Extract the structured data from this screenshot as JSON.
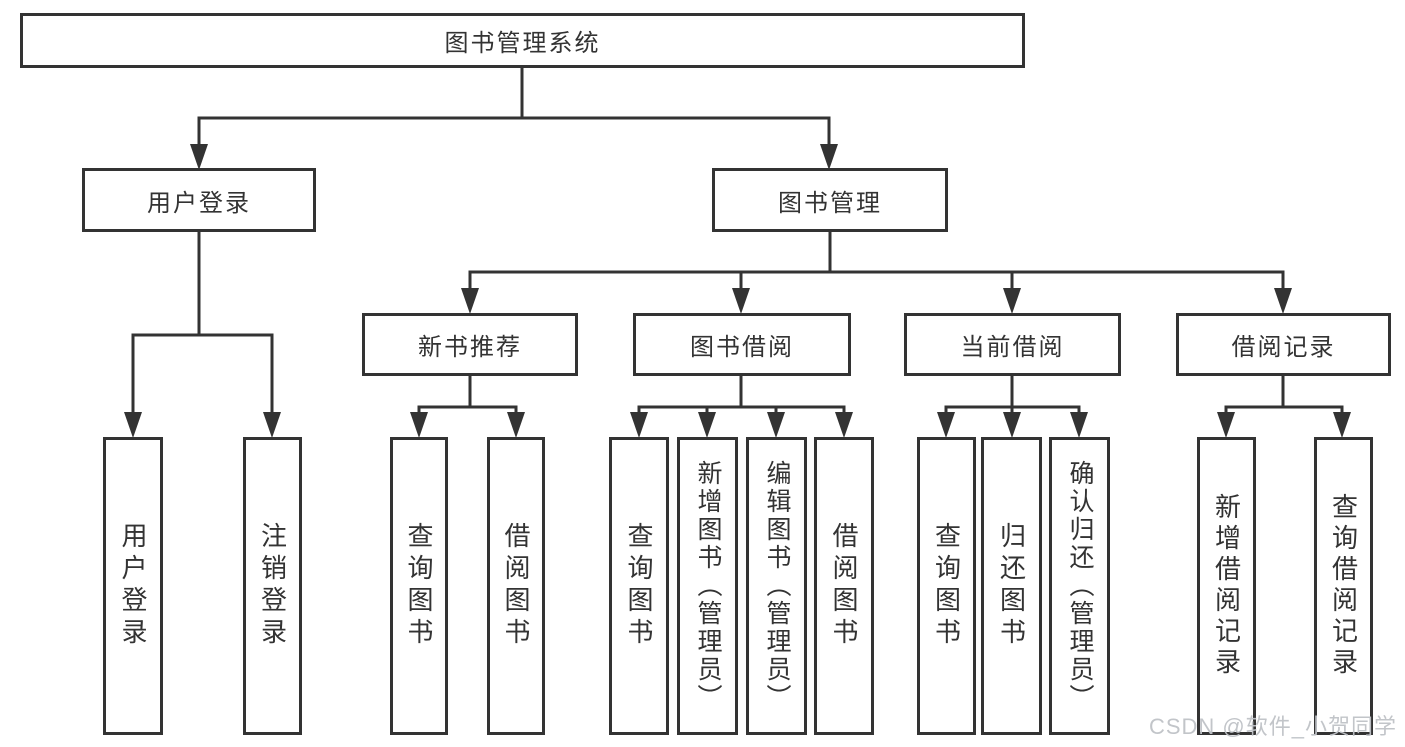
{
  "diagram": {
    "root": "图书管理系统",
    "branches": {
      "user_login": {
        "label": "用户登录",
        "children": [
          "用户登录",
          "注销登录"
        ]
      },
      "book_management": {
        "label": "图书管理",
        "modules": {
          "new_books": {
            "label": "新书推荐",
            "children": [
              "查询图书",
              "借阅图书"
            ]
          },
          "borrowing": {
            "label": "图书借阅",
            "children": [
              "查询图书",
              "新增图书（管理员）",
              "编辑图书（管理员）",
              "借阅图书"
            ]
          },
          "current": {
            "label": "当前借阅",
            "children": [
              "查询图书",
              "归还图书",
              "确认归还（管理员）"
            ]
          },
          "records": {
            "label": "借阅记录",
            "children": [
              "新增借阅记录",
              "查询借阅记录"
            ]
          }
        }
      }
    }
  },
  "watermark": "CSDN @软件_小贺同学",
  "colors": {
    "line": "#333333",
    "text": "#333333",
    "background": "#ffffff",
    "watermark": "#bfc2c7"
  }
}
